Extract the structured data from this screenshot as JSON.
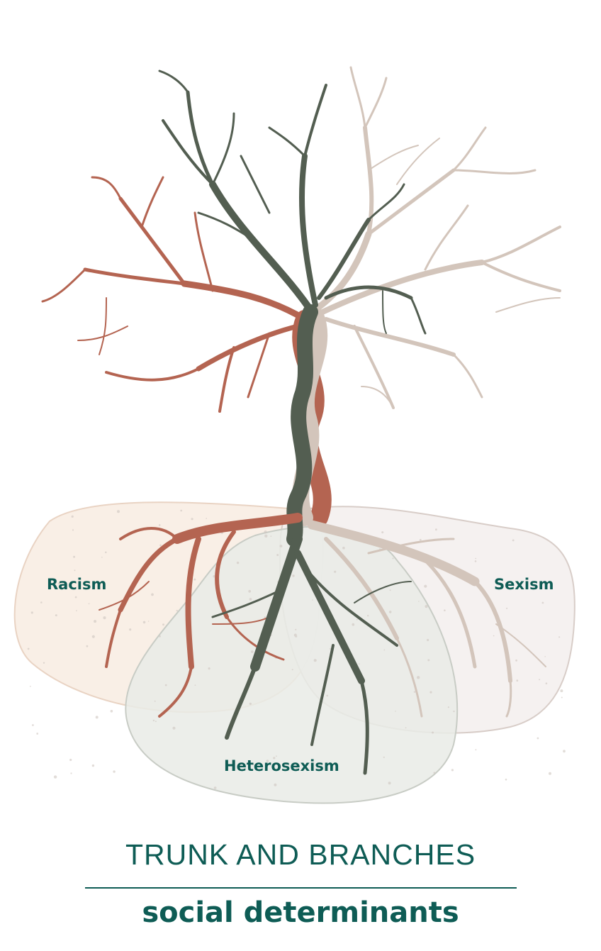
{
  "colors": {
    "racism": "#b46451",
    "heterosexism": "#535e51",
    "sexism": "#d3c5bb",
    "label_text": "#0e5c55",
    "heading_text": "#0e5c55",
    "racism_region_fill": "#f9efe6",
    "racism_region_stroke": "#e9d3c3",
    "hetero_region_fill": "#e9ebe6",
    "hetero_region_stroke": "#c8ccc5",
    "sexism_region_fill": "#f3efed",
    "sexism_region_stroke": "#d8cdc8"
  },
  "icons": {
    "tree": "tree-icon"
  },
  "labels": {
    "racism": "Racism",
    "sexism": "Sexism",
    "heterosexism": "Heterosexism"
  },
  "caption": {
    "heading": "TRUNK AND BRANCHES",
    "subheading": "social determinants"
  }
}
